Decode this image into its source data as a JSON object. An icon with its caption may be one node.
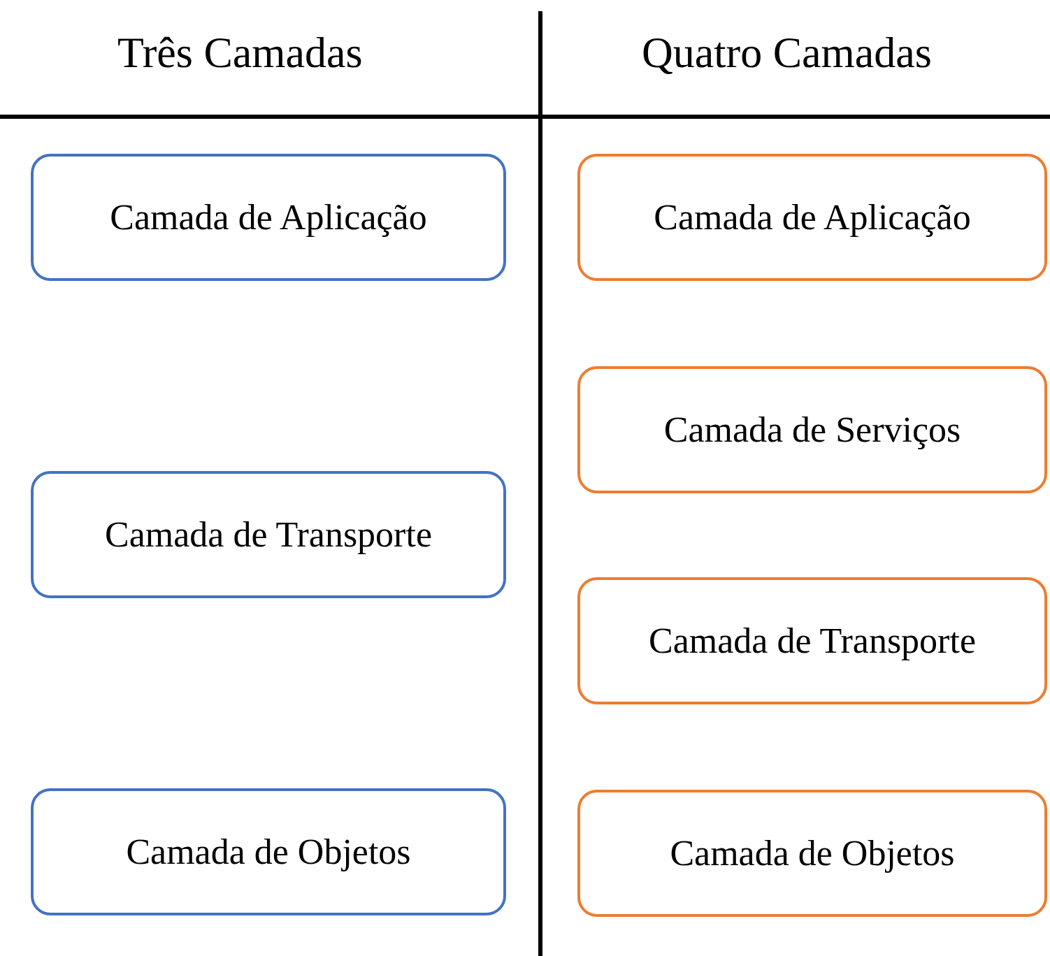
{
  "diagram": {
    "nodes": [
      {
        "text": [
          "Camada de Aplicação"
        ]
      },
      {
        "text": [
          "Camada de Transporte"
        ]
      },
      {
        "text": [
          "Camada de Objetos"
        ]
      },
      {
        "text": [
          "Camada de Aplicação"
        ]
      },
      {
        "text": [
          "Camada de Serviços"
        ]
      },
      {
        "text": [
          "Camada de Transporte"
        ]
      },
      {
        "text": [
          "Camada de Objetos"
        ]
      }
    ],
    "labels": [
      "Três Camadas",
      "Quatro Camadas"
    ]
  }
}
